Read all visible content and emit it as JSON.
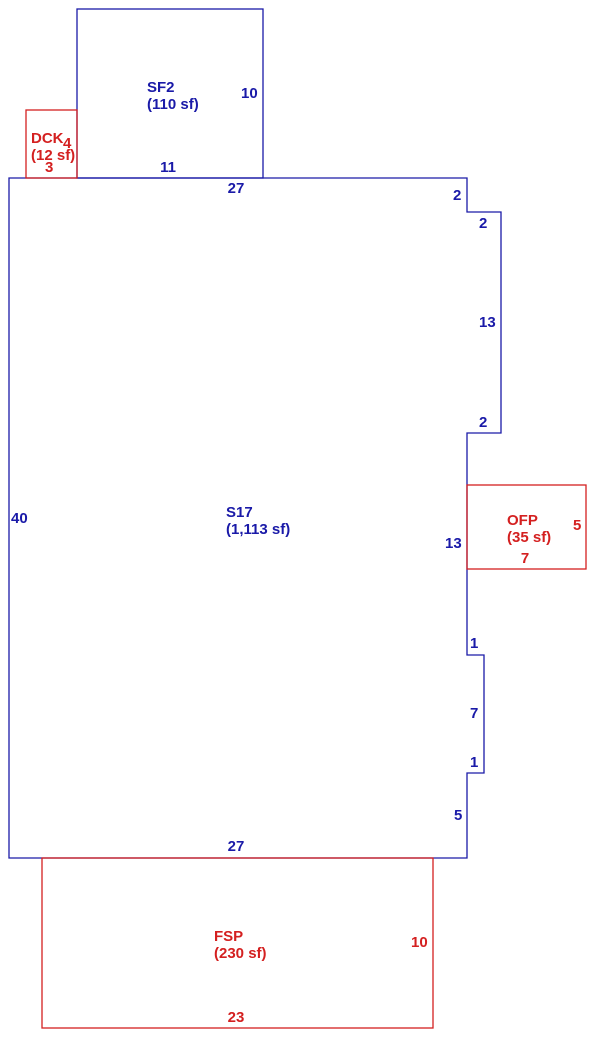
{
  "colors": {
    "living_area": "#1a1aa8",
    "extra_area": "#d42020"
  },
  "areas": {
    "main": {
      "code": "S17",
      "area": "(1,113 sf)"
    },
    "second_floor": {
      "code": "SF2",
      "area": "(110 sf)"
    },
    "deck": {
      "code": "DCK",
      "area": "(12 sf)"
    },
    "porch": {
      "code": "OFP",
      "area": "(35 sf)"
    },
    "patio": {
      "code": "FSP",
      "area": "(230 sf)"
    }
  },
  "dimensions": {
    "main_top": "27",
    "main_bottom": "27",
    "main_left": "40",
    "main_right_1": "2",
    "main_right_2": "2",
    "main_right_3": "13",
    "main_right_4": "2",
    "main_right_5": "13",
    "main_right_6": "1",
    "main_right_7": "7",
    "main_right_8": "1",
    "main_right_9": "5",
    "sf2_right": "10",
    "sf2_bottom": "11",
    "dck_right": "4",
    "dck_bottom": "3",
    "ofp_right": "5",
    "ofp_bottom": "7",
    "fsp_right": "10",
    "fsp_bottom": "23"
  }
}
